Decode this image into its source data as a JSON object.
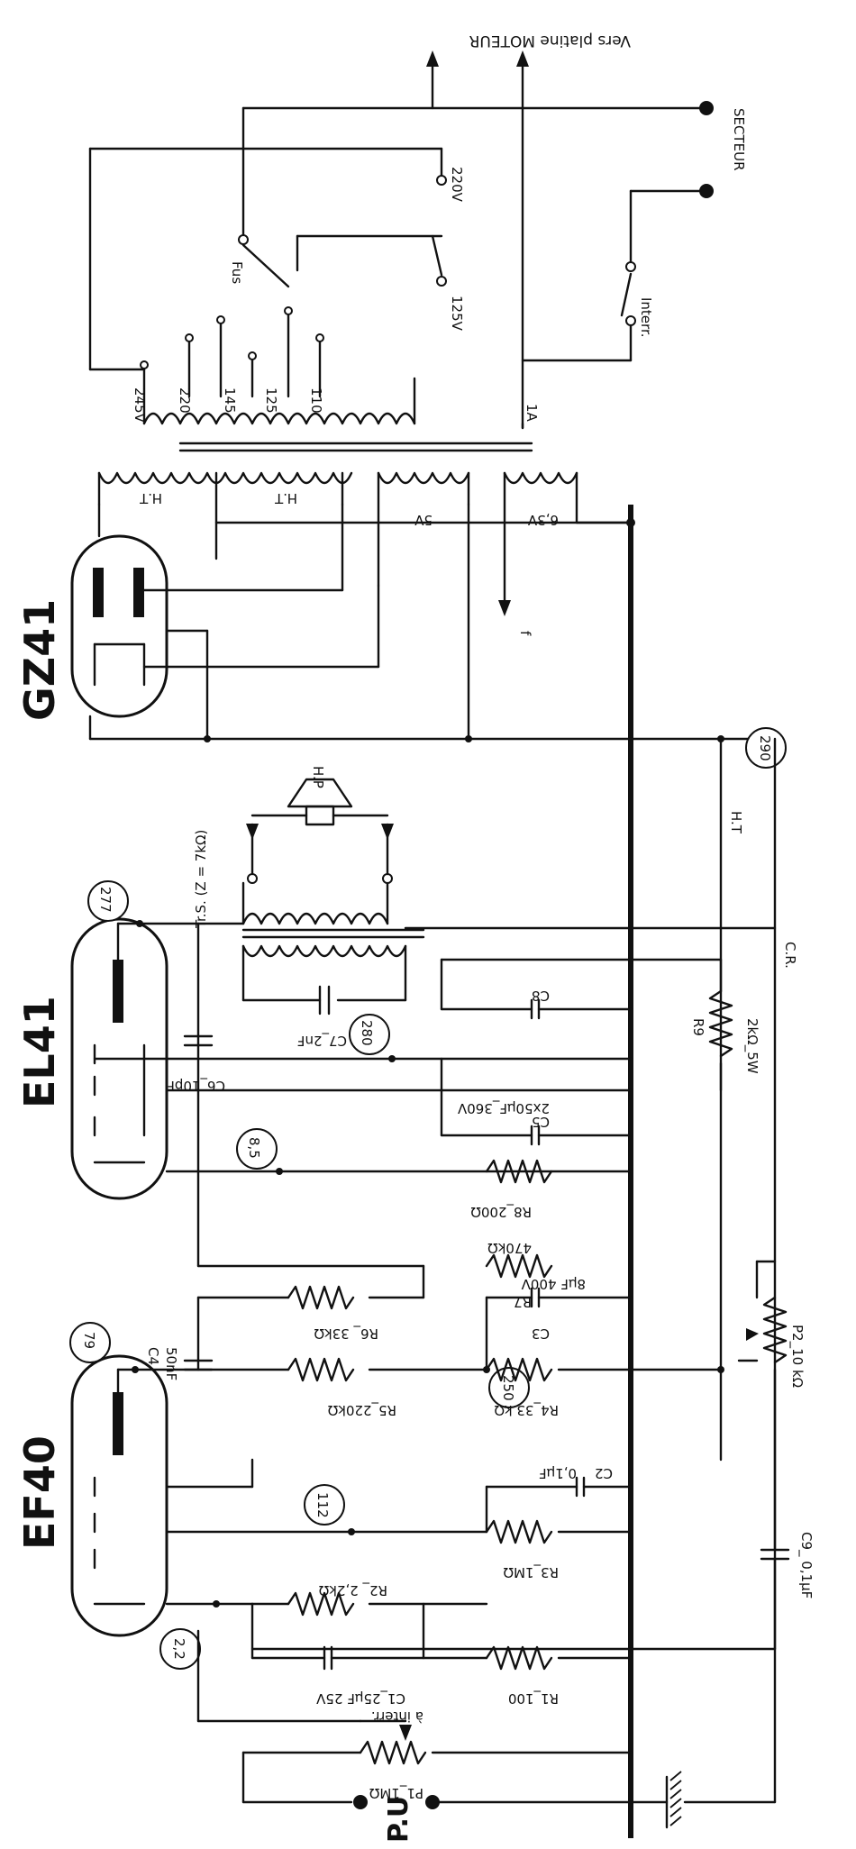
{
  "tubes": {
    "ef40": "EF40",
    "el41": "EL41",
    "gz41": "GZ41"
  },
  "components": {
    "r1": "R1_100",
    "r2": "R2_ 2,2kΩ",
    "r3": "R3_1MΩ",
    "r4": "R4_33 kΩ",
    "r5": "R5_220kΩ",
    "r6": "R6_ 33kΩ",
    "r7_name": "R7",
    "r7_val": "470kΩ",
    "r8": "R8_200Ω",
    "r9_name": "R9",
    "r9_val": "2kΩ_5W",
    "p1": "P1_1MΩ",
    "p2": "P2_10 kΩ",
    "c1": "C1_25µF 25V",
    "c2_name": "C2",
    "c2_val": "0,1µF",
    "c3_name": "C3",
    "c3_val": "8µF 400V",
    "c4_name": "C4",
    "c4_val": "50nF",
    "c5": "C5",
    "c6": "C6_10pF",
    "c7": "C7_2nF",
    "c8": "C8",
    "c58": "2x50µF_360V",
    "c9": "C9_ 0,1µF",
    "interr_p1": "à interr.",
    "pu": "P.U",
    "output_transfo": "Tr.S. (Z = 7kΩ)",
    "hp": "H.P",
    "cr": "C.R.",
    "ht_line": "H.T",
    "interr": "Interr.",
    "secteur": "SECTEUR",
    "moteur": "Vers platine MOTEUR",
    "fus": "Fus",
    "tap_220v": "220V",
    "tap_125v": "125V"
  },
  "power_transformer": {
    "taps": [
      "245V",
      "220",
      "145",
      "125",
      "110"
    ],
    "ht": "H.T",
    "ht2": "H.T",
    "v5": "5V",
    "v63": "6,3V",
    "amp": "1A",
    "f": "f"
  },
  "voltages": {
    "v22": "2,2",
    "v112": "112",
    "v250": "250",
    "v79": "79",
    "v85": "8,5",
    "v280": "280",
    "v277": "277",
    "v290": "290"
  }
}
